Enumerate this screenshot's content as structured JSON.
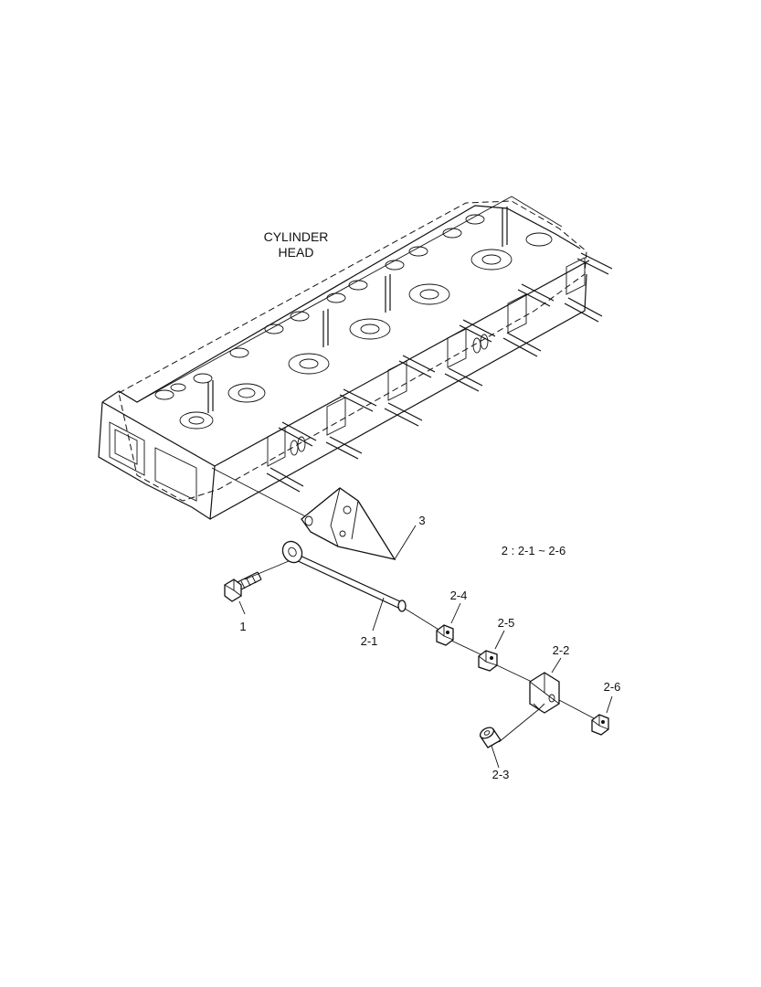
{
  "diagram": {
    "head_label_line1": "CYLINDER",
    "head_label_line2": "HEAD",
    "group_note": "2 : 2-1 ~ 2-6",
    "callouts": {
      "p1": "1",
      "p2_1": "2-1",
      "p2_2": "2-2",
      "p2_3": "2-3",
      "p2_4": "2-4",
      "p2_5": "2-5",
      "p2_6": "2-6",
      "p3": "3"
    }
  }
}
